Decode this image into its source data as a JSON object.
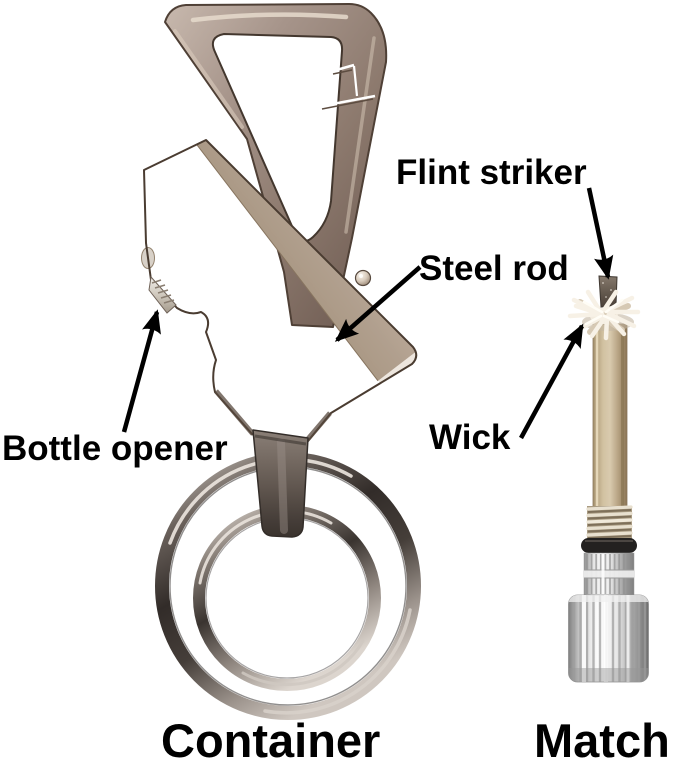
{
  "figure": {
    "background": "#ffffff",
    "annotation_color": "#000000",
    "part_labels": {
      "flint_striker": "Flint striker",
      "steel_rod": "Steel rod",
      "bottle_opener": "Bottle opener",
      "wick": "Wick"
    },
    "item_captions": {
      "container": "Container",
      "match": "Match"
    },
    "colors": {
      "carabiner_metal": "#a5948a",
      "carabiner_highlight": "#e6dacd",
      "carabiner_shadow": "#4f4036",
      "flint_rod": "#1a1311",
      "key_ring_metal": "#322c29",
      "key_ring_highlight": "#ece5df",
      "match_rod_brass": "#c9b898",
      "chrome": "#e6e6e6",
      "o_ring": "#232120",
      "wick_white": "#f7f1e6"
    }
  }
}
